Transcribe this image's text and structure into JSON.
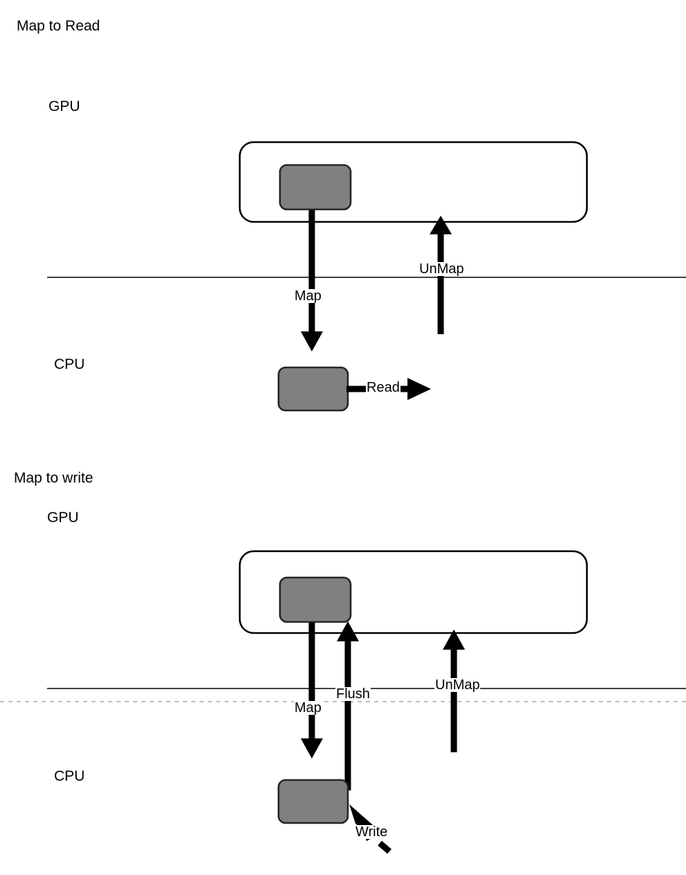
{
  "page": {
    "background": "#ffffff",
    "ink": "#000000",
    "buffer_fill": "#808080",
    "buffer_stroke": "#262626",
    "dashed_line_color": "#b3b3b3"
  },
  "diagrams": [
    {
      "id": "map-to-read",
      "title": "Map to Read",
      "gpu_label": "GPU",
      "cpu_label": "CPU",
      "gpu_container_name": "gpu-memory-region",
      "gpu_buffer_name": "gpu-buffer",
      "cpu_buffer_name": "cpu-buffer",
      "boundary": {
        "type": "solid",
        "label": ""
      },
      "arrows": [
        {
          "name": "map-arrow",
          "label": "Map",
          "direction": "down",
          "from": "gpu-buffer",
          "to": "cpu-buffer"
        },
        {
          "name": "unmap-arrow",
          "label": "UnMap",
          "direction": "up",
          "from": "cpu",
          "to": "gpu-memory-region"
        },
        {
          "name": "read-arrow",
          "label": "Read",
          "direction": "right",
          "from": "cpu-buffer",
          "to": "application"
        }
      ]
    },
    {
      "id": "map-to-write",
      "title": "Map to write",
      "gpu_label": "GPU",
      "cpu_label": "CPU",
      "gpu_container_name": "gpu-memory-region",
      "gpu_buffer_name": "gpu-buffer",
      "cpu_buffer_name": "cpu-buffer",
      "boundary": {
        "type": "solid-plus-dashed",
        "label": ""
      },
      "arrows": [
        {
          "name": "map-arrow",
          "label": "Map",
          "direction": "down",
          "from": "gpu-buffer",
          "to": "cpu-buffer"
        },
        {
          "name": "flush-arrow",
          "label": "Flush",
          "direction": "up",
          "from": "cpu-buffer",
          "to": "gpu-buffer"
        },
        {
          "name": "unmap-arrow",
          "label": "UnMap",
          "direction": "up",
          "from": "cpu",
          "to": "gpu-memory-region"
        },
        {
          "name": "write-arrow",
          "label": "Write",
          "direction": "up-left",
          "from": "application",
          "to": "cpu-buffer"
        }
      ]
    }
  ]
}
